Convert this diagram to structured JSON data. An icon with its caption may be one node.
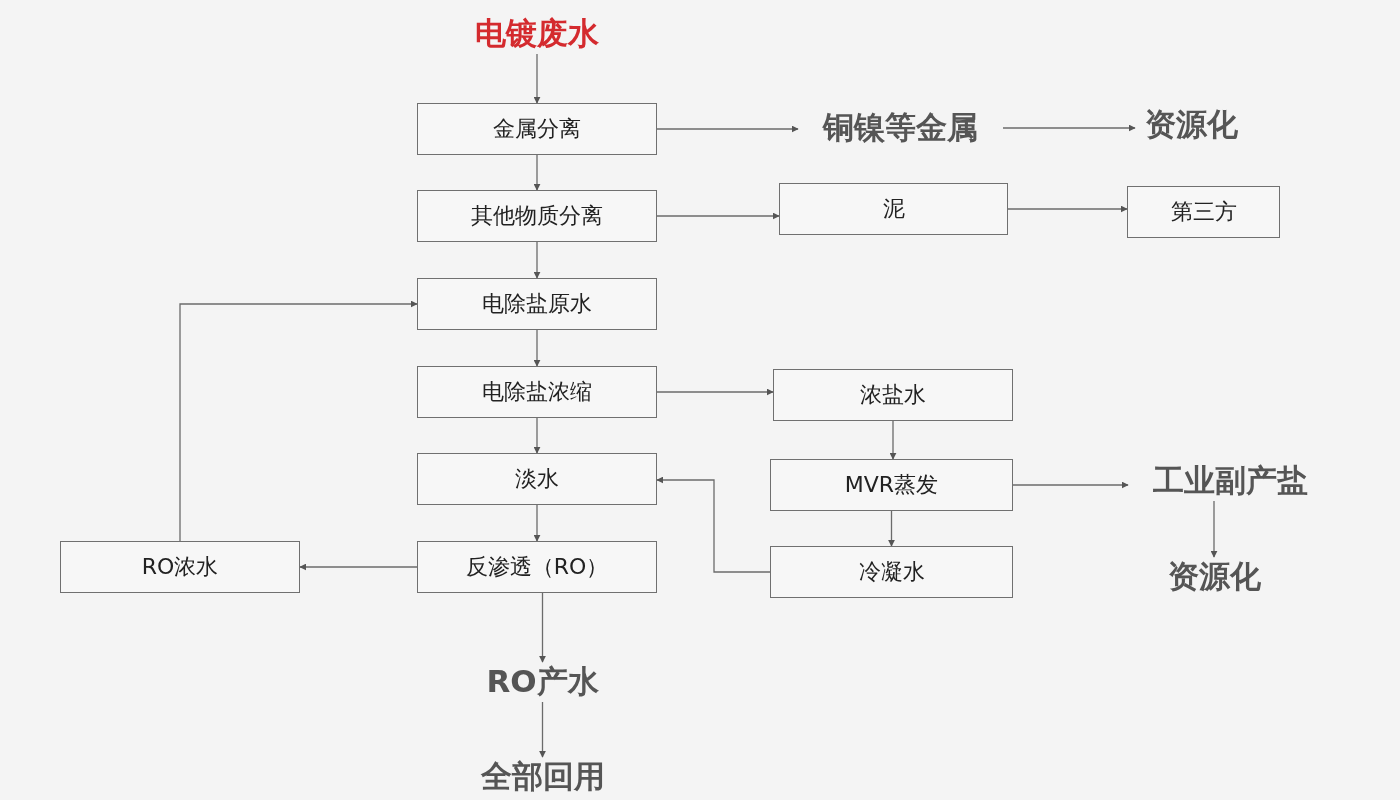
{
  "diagram": {
    "nodes": [
      {
        "text": [
          "电镀废水"
        ]
      },
      {
        "text": [
          "金属分离"
        ]
      },
      {
        "text": [
          "铜镍等金属"
        ]
      },
      {
        "text": [
          "资源化"
        ]
      },
      {
        "text": [
          "其他物质分离"
        ]
      },
      {
        "text": [
          "泥"
        ]
      },
      {
        "text": [
          "第三方"
        ]
      },
      {
        "text": [
          "电除盐原水"
        ]
      },
      {
        "text": [
          "电除盐浓缩"
        ]
      },
      {
        "text": [
          "浓盐水"
        ]
      },
      {
        "text": [
          "淡水"
        ]
      },
      {
        "text": [
          "MVR蒸发"
        ]
      },
      {
        "text": [
          "工业副产盐"
        ]
      },
      {
        "text": [
          "资源化"
        ]
      },
      {
        "text": [
          "RO浓水"
        ]
      },
      {
        "text": [
          "反渗透（RO）"
        ]
      },
      {
        "text": [
          "冷凝水"
        ]
      },
      {
        "text": [
          "RO产水"
        ]
      },
      {
        "text": [
          "全部回用"
        ]
      }
    ],
    "edges": [
      {
        "from": 0,
        "to": 1,
        "arrow": "to"
      },
      {
        "from": 1,
        "to": 2,
        "arrow": "to"
      },
      {
        "from": 2,
        "to": 3,
        "arrow": "to"
      },
      {
        "from": 1,
        "to": 4,
        "arrow": "to"
      },
      {
        "from": 4,
        "to": 5,
        "arrow": "to"
      },
      {
        "from": 5,
        "to": 6,
        "arrow": "to"
      },
      {
        "from": 4,
        "to": 7,
        "arrow": "to"
      },
      {
        "from": 7,
        "to": 8,
        "arrow": "to"
      },
      {
        "from": 8,
        "to": 9,
        "arrow": "to"
      },
      {
        "from": 8,
        "to": 10,
        "arrow": "to"
      },
      {
        "from": 9,
        "to": 11,
        "arrow": "to"
      },
      {
        "from": 11,
        "to": 12,
        "arrow": "to"
      },
      {
        "from": 12,
        "to": 13,
        "arrow": "to"
      },
      {
        "from": 11,
        "to": 16,
        "arrow": "to"
      },
      {
        "from": 16,
        "to": 10,
        "arrow": "to"
      },
      {
        "from": 10,
        "to": 15,
        "arrow": "to"
      },
      {
        "from": 15,
        "to": 14,
        "arrow": "to"
      },
      {
        "from": 14,
        "to": 7,
        "arrow": "to"
      },
      {
        "from": 15,
        "to": 17,
        "arrow": "to"
      },
      {
        "from": 17,
        "to": 18,
        "arrow": "to"
      }
    ]
  }
}
